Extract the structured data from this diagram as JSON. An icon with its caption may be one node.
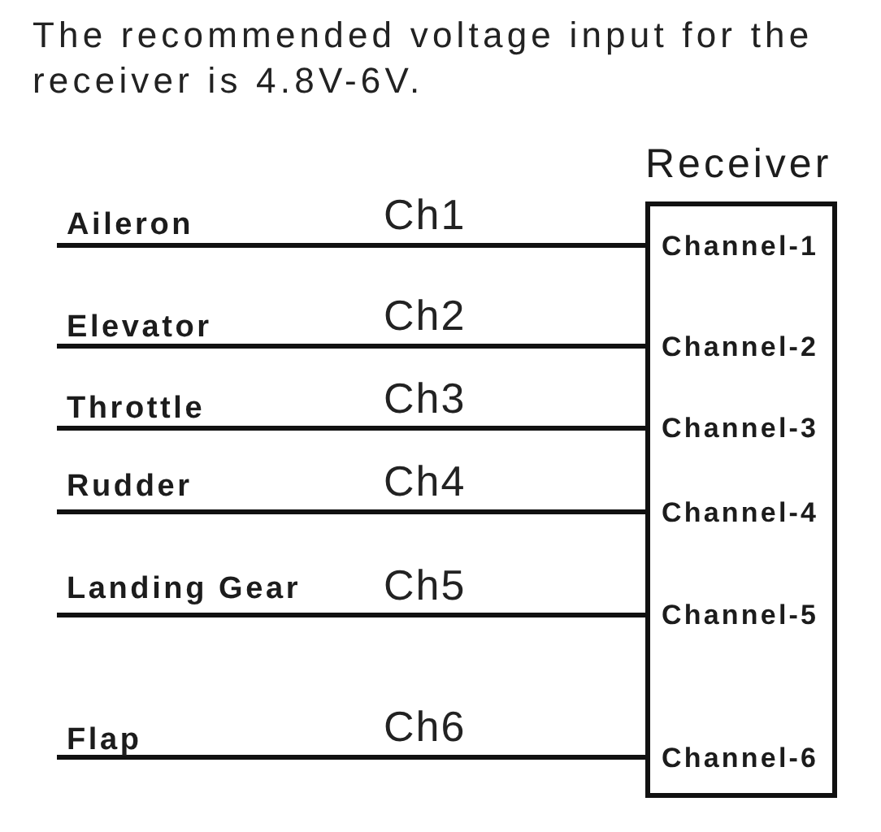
{
  "diagram": {
    "nodes": [
      {
        "text": [
          "Aileron"
        ]
      },
      {
        "text": [
          "Elevator"
        ]
      },
      {
        "text": [
          "Throttle"
        ]
      },
      {
        "text": [
          "Rudder"
        ]
      },
      {
        "text": [
          "Landing Gear"
        ]
      },
      {
        "text": [
          "Flap"
        ]
      },
      {
        "text": [
          "Receiver"
        ]
      },
      {
        "text": [
          "Channel-1"
        ],
        "in": 6
      },
      {
        "text": [
          "Channel-2"
        ],
        "in": 6
      },
      {
        "text": [
          "Channel-3"
        ],
        "in": 6
      },
      {
        "text": [
          "Channel-4"
        ],
        "in": 6
      },
      {
        "text": [
          "Channel-5"
        ],
        "in": 6
      },
      {
        "text": [
          "Channel-6"
        ],
        "in": 6
      }
    ],
    "edges": [
      {
        "from": 0,
        "to": 7,
        "label": "Ch1",
        "arrow": "none"
      },
      {
        "from": 1,
        "to": 8,
        "label": "Ch2",
        "arrow": "none"
      },
      {
        "from": 2,
        "to": 9,
        "label": "Ch3",
        "arrow": "none"
      },
      {
        "from": 3,
        "to": 10,
        "label": "Ch4",
        "arrow": "none"
      },
      {
        "from": 4,
        "to": 11,
        "label": "Ch5",
        "arrow": "none"
      },
      {
        "from": 5,
        "to": 12,
        "label": "Ch6",
        "arrow": "none"
      }
    ],
    "labels": [
      "The recommended voltage input for the receiver is 4.8V-6V."
    ]
  }
}
